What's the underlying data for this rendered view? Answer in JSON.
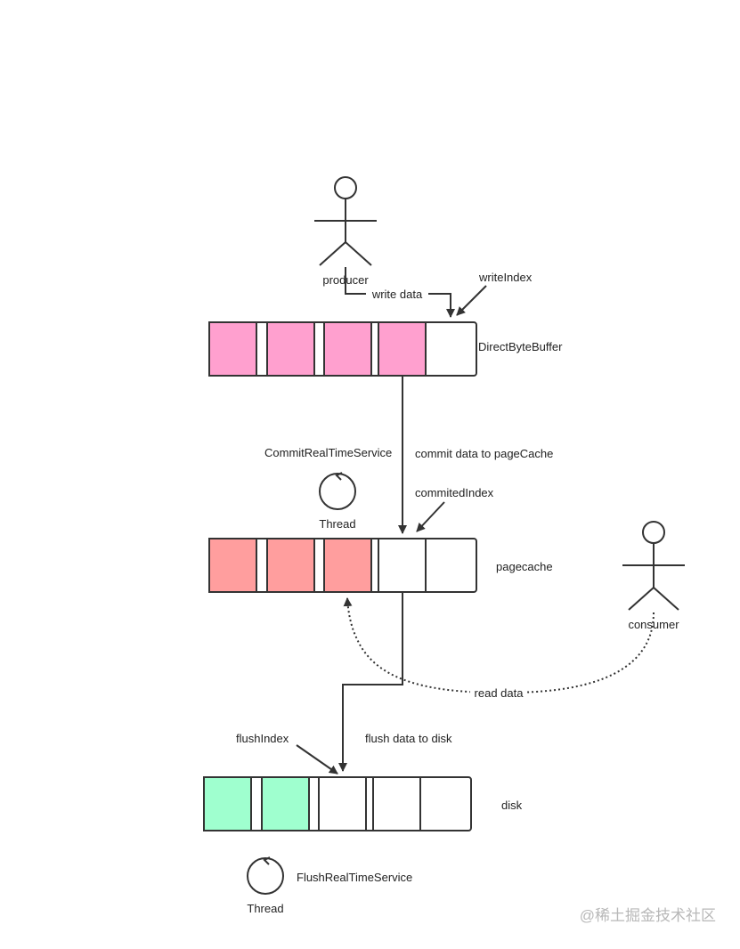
{
  "actors": {
    "producer": "producer",
    "consumer": "consumer"
  },
  "labels": {
    "write_data": "write data",
    "write_index": "writeIndex",
    "direct_byte_buffer": "DirectByteBuffer",
    "commit_service": "CommitRealTimeService",
    "commit_data": "commit data to pageCache",
    "commited_index": "commitedIndex",
    "thread_commit": "Thread",
    "pagecache": "pagecache",
    "read_data": "read data",
    "flush_index": "flushIndex",
    "flush_data": "flush data to disk",
    "disk": "disk",
    "thread_flush": "Thread",
    "flush_service": "FlushRealTimeService",
    "watermark": "@稀土掘金技术社区"
  },
  "colors": {
    "buffer_fill": "#FFA0CF",
    "pagecache_fill": "#FF9E9E",
    "disk_fill": "#9FFFCF",
    "empty_fill": "#FFFFFF",
    "stroke": "#333333"
  },
  "buffers": {
    "direct_byte_buffer": {
      "cells": [
        "filled",
        "filled",
        "filled",
        "filled",
        "empty"
      ]
    },
    "pagecache": {
      "cells": [
        "filled",
        "filled",
        "filled",
        "empty",
        "empty"
      ]
    },
    "disk": {
      "cells": [
        "filled",
        "filled",
        "empty",
        "empty",
        "empty"
      ]
    }
  }
}
